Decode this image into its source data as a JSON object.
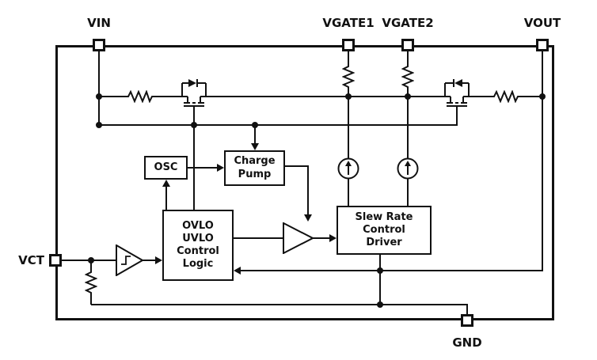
{
  "colors": {
    "line": "#111111",
    "background": "#ffffff"
  },
  "pins": {
    "vin": "VIN",
    "vgate1": "VGATE1",
    "vgate2": "VGATE2",
    "vout": "VOUT",
    "vct": "VCT",
    "gnd": "GND"
  },
  "blocks": {
    "osc": {
      "lines": [
        "OSC"
      ]
    },
    "charge_pump": {
      "lines": [
        "Charge",
        "Pump"
      ]
    },
    "control_logic": {
      "lines": [
        "OVLO",
        "UVLO",
        "Control",
        "Logic"
      ]
    },
    "slew_driver": {
      "lines": [
        "Slew Rate",
        "Control",
        "Driver"
      ]
    }
  }
}
